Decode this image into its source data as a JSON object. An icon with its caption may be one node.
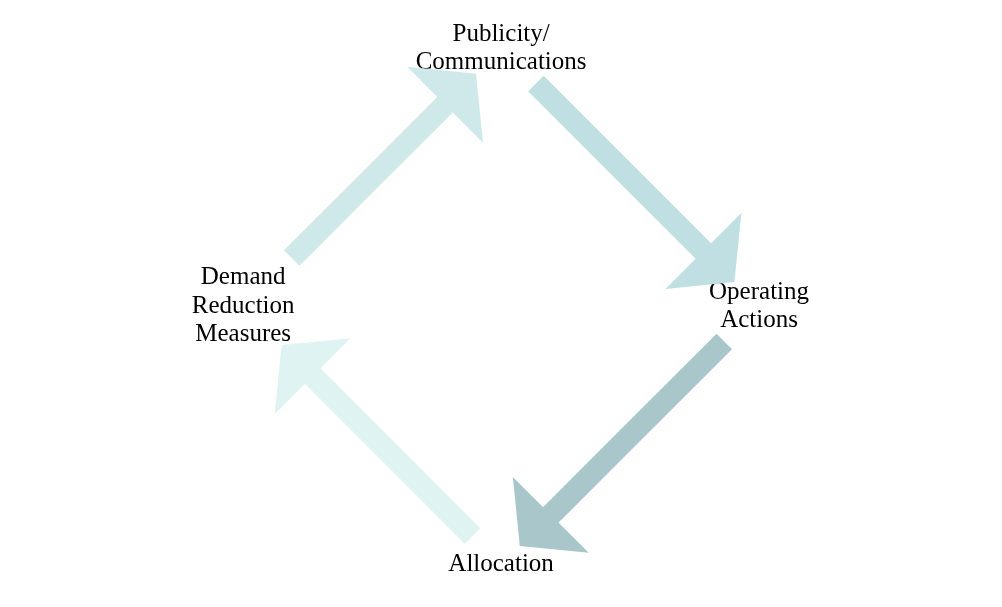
{
  "diagram": {
    "nodes": [
      {
        "text": [
          "Allocation"
        ]
      },
      {
        "text": [
          "Demand Reduction Measures"
        ]
      },
      {
        "text": [
          "Publicity/ Communications"
        ]
      },
      {
        "text": [
          "Operating Actions"
        ]
      }
    ],
    "edges": [
      {
        "from": 0,
        "to": 1,
        "arrow": "to",
        "color": "#e0f3f3"
      },
      {
        "from": 1,
        "to": 2,
        "arrow": "to",
        "color": "#cfe9ea"
      },
      {
        "from": 2,
        "to": 3,
        "arrow": "to",
        "color": "#bfdfe2"
      },
      {
        "from": 3,
        "to": 0,
        "arrow": "to",
        "color": "#a9c7cb"
      }
    ]
  }
}
